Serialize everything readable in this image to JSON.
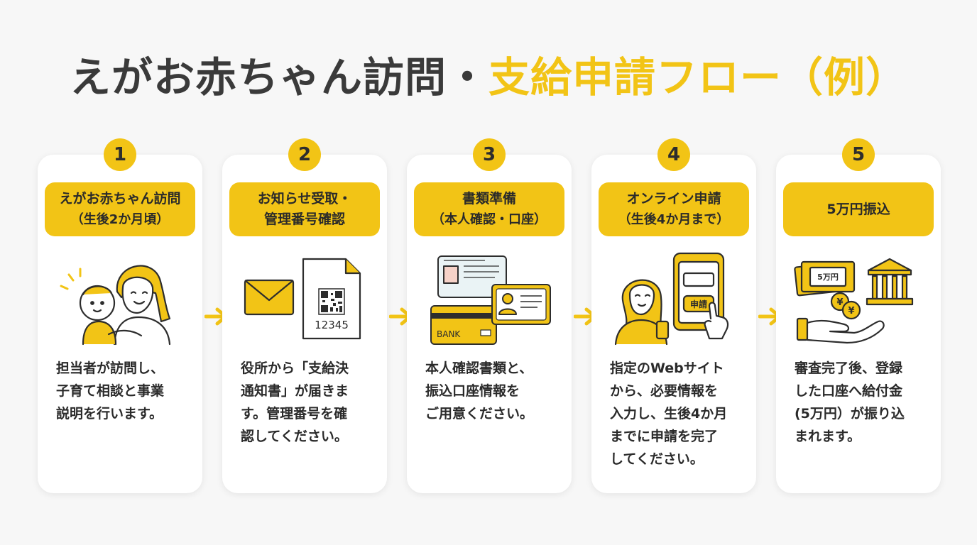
{
  "title": {
    "part1": "えがお赤ちゃん訪問・",
    "part2": "支給申請フロー（例）"
  },
  "colors": {
    "accent": "#f2c416",
    "text": "#2a2a2a",
    "card": "#ffffff",
    "background": "#f7f7f7"
  },
  "steps": [
    {
      "number": "1",
      "label_line1": "えがお赤ちゃん訪問",
      "label_line2": "（生後2か月頃）",
      "icon": "mother-baby-icon",
      "description": "担当者が訪問し、\n子育て相談と事業\n説明を行います。"
    },
    {
      "number": "2",
      "label_line1": "お知らせ受取・",
      "label_line2": "管理番号確認",
      "icon": "envelope-document-qr-icon",
      "doc_number": "12345",
      "description": "役所から「支給決\n通知書」が届きま\nす。管理番号を確\n認してください。"
    },
    {
      "number": "3",
      "label_line1": "書類準備",
      "label_line2": "（本人確認・口座）",
      "icon": "id-cards-bank-card-icon",
      "bank_card_text": "BANK",
      "description": "本人確認書類と、\n振込口座情報を\nご用意ください。"
    },
    {
      "number": "4",
      "label_line1": "オンライン申請",
      "label_line2": "（生後4か月まで）",
      "icon": "woman-smartphone-icon",
      "phone_button": "申請",
      "description": "指定のWebサイト\nから、必要情報を\n入力し、生後4か月\nまでに申請を完了\nしてください。"
    },
    {
      "number": "5",
      "label_line1": "5万円振込",
      "label_line2": "",
      "icon": "money-bank-hand-icon",
      "bill_text": "5万円",
      "coin_text": "¥",
      "description": "審査完了後、登録\nした口座へ給付金\n(5万円）が振り込\nまれます。"
    }
  ]
}
